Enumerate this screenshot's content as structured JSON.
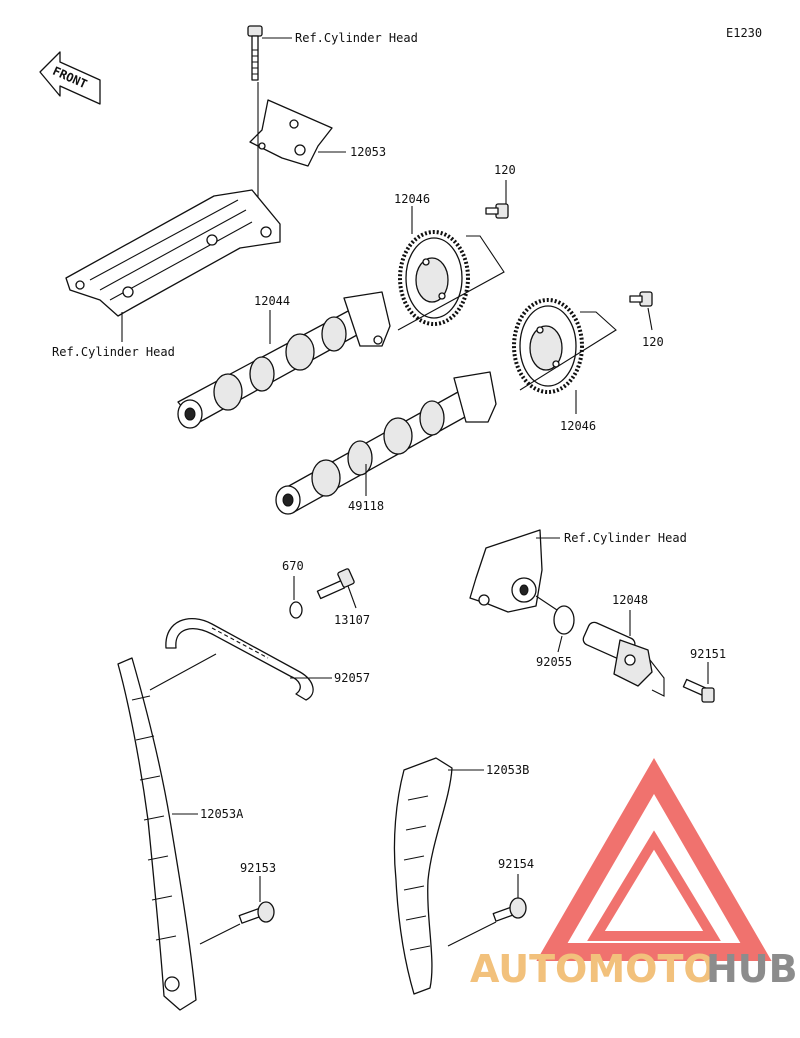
{
  "diagram_code": "E1230",
  "front_label": "FRONT",
  "watermark": {
    "text_a": "AUTOMOTO",
    "text_b": "HUB",
    "color_a": "#f2c17c",
    "color_b": "#8c8c8c",
    "logo_color": "#ee5a55"
  },
  "labels": {
    "ref_head_top": "Ref.Cylinder Head",
    "ref_head_left": "Ref.Cylinder Head",
    "ref_head_right": "Ref.Cylinder Head",
    "p12053": "12053",
    "p120_top": "120",
    "p120_right": "120",
    "p12046_top": "12046",
    "p12046_bottom": "12046",
    "p12044": "12044",
    "p49118": "49118",
    "p670": "670",
    "p13107": "13107",
    "p92057": "92057",
    "p12048": "12048",
    "p92055": "92055",
    "p92151": "92151",
    "p12053B": "12053B",
    "p12053A": "12053A",
    "p92153": "92153",
    "p92154": "92154"
  }
}
